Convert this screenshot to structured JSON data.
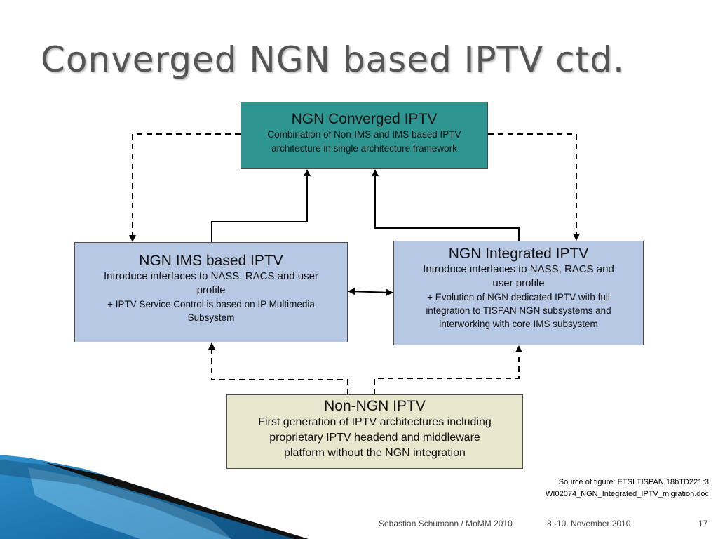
{
  "slide": {
    "title": "Converged NGN based IPTV  ctd.",
    "colors": {
      "top_box": "#2e9590",
      "mid_boxes": "#b6c8e3",
      "bottom_box": "#e8e6cd",
      "accent_stripe": "#2a8dc8"
    }
  },
  "diagram": {
    "top": {
      "title": "NGN Converged IPTV",
      "line1": "Combination of Non-IMS and IMS based IPTV",
      "line2": "architecture in single architecture framework"
    },
    "left": {
      "title": "NGN IMS based IPTV",
      "line1": "Introduce interfaces to NASS, RACS and user",
      "line2": "profile",
      "line3": "+ IPTV Service Control is based on IP Multimedia",
      "line4": "Subsystem"
    },
    "right": {
      "title": "NGN Integrated IPTV",
      "line1": "Introduce interfaces to NASS, RACS and",
      "line2": "user profile",
      "line3": "+ Evolution of NGN dedicated IPTV with full",
      "line4": "integration to TISPAN NGN subsystems and",
      "line5": "interworking with core IMS subsystem"
    },
    "bottom": {
      "title": "Non-NGN IPTV",
      "line1": "First generation of IPTV architectures including",
      "line2": "proprietary IPTV headend and middleware",
      "line3": "platform without the NGN integration"
    }
  },
  "source": {
    "line1": "Source of figure: ETSI TISPAN 18bTD221r3",
    "line2": "WI02074_NGN_Integrated_IPTV_migration.doc"
  },
  "footer": {
    "author": "Sebastian Schumann / MoMM 2010",
    "date": "8.-10. November 2010",
    "page": "17"
  }
}
